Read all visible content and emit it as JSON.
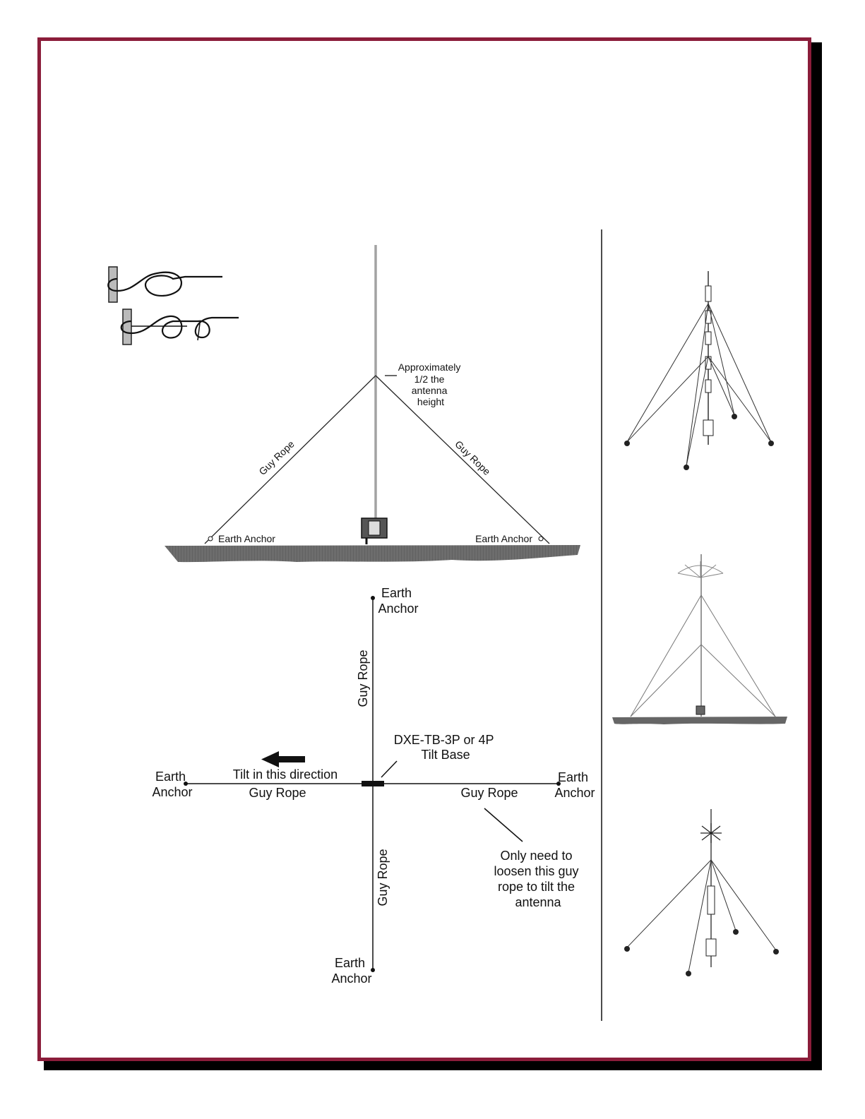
{
  "side_view": {
    "approx_label": [
      "Approximately",
      "1/2 the",
      "antenna",
      "height"
    ],
    "guy_rope_left": "Guy Rope",
    "guy_rope_right": "Guy Rope",
    "earth_anchor_left": "Earth Anchor",
    "earth_anchor_right": "Earth Anchor"
  },
  "top_view": {
    "top_anchor": [
      "Earth",
      "Anchor"
    ],
    "left_anchor": [
      "Earth",
      "Anchor"
    ],
    "right_anchor": [
      "Earth",
      "Anchor"
    ],
    "bottom_anchor": [
      "Earth",
      "Anchor"
    ],
    "guy_rope_top": "Guy Rope",
    "guy_rope_bottom": "Guy Rope",
    "guy_rope_left": "Guy Rope",
    "guy_rope_right": "Guy Rope",
    "tilt_base": [
      "DXE-TB-3P or 4P",
      "Tilt Base"
    ],
    "tilt_direction": "Tilt in this direction",
    "loosen_note": [
      "Only need to",
      "loosen this guy",
      "rope to tilt the",
      "antenna"
    ]
  }
}
